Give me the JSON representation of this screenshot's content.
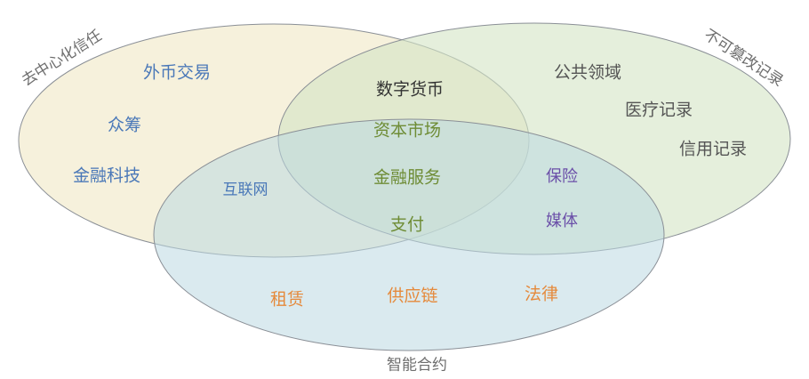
{
  "sets": {
    "decentralized_trust": {
      "label": "去中心化信任",
      "color": "#f6f0dc"
    },
    "immutable_records": {
      "label": "不可篡改记录",
      "color": "#e1ecd5"
    },
    "smart_contracts": {
      "label": "智能合约",
      "color": "#d4e6ec"
    }
  },
  "items": {
    "forex": "外币交易",
    "crowdfunding": "众筹",
    "fintech": "金融科技",
    "internet": "互联网",
    "digital_currency": "数字货币",
    "capital_markets": "资本市场",
    "financial_services": "金融服务",
    "payment": "支付",
    "public_domain": "公共领域",
    "medical_records": "医疗记录",
    "credit_records": "信用记录",
    "insurance": "保险",
    "media": "媒体",
    "leasing": "租赁",
    "supply_chain": "供应链",
    "law": "法律"
  }
}
